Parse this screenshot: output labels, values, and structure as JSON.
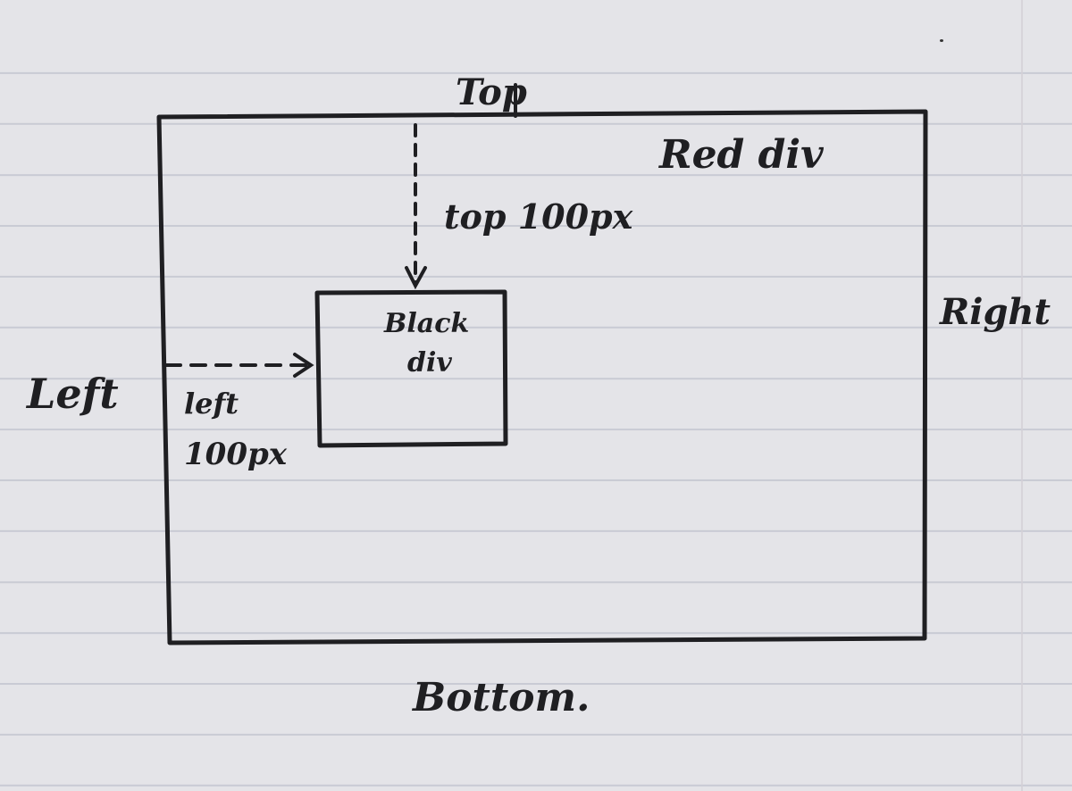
{
  "diagram": {
    "labels": {
      "top": "Top",
      "bottom": "Bottom.",
      "left": "Left",
      "right": "Right",
      "red_div": "Red div",
      "black_div_line1": "Black",
      "black_div_line2": "div",
      "top_offset": "top 100px",
      "left_offset_line1": "left",
      "left_offset_line2": "100px"
    },
    "ink_color": "#1f1f22",
    "paper_color": "#e4e4e8",
    "rule_color": "#c9cbd4"
  }
}
